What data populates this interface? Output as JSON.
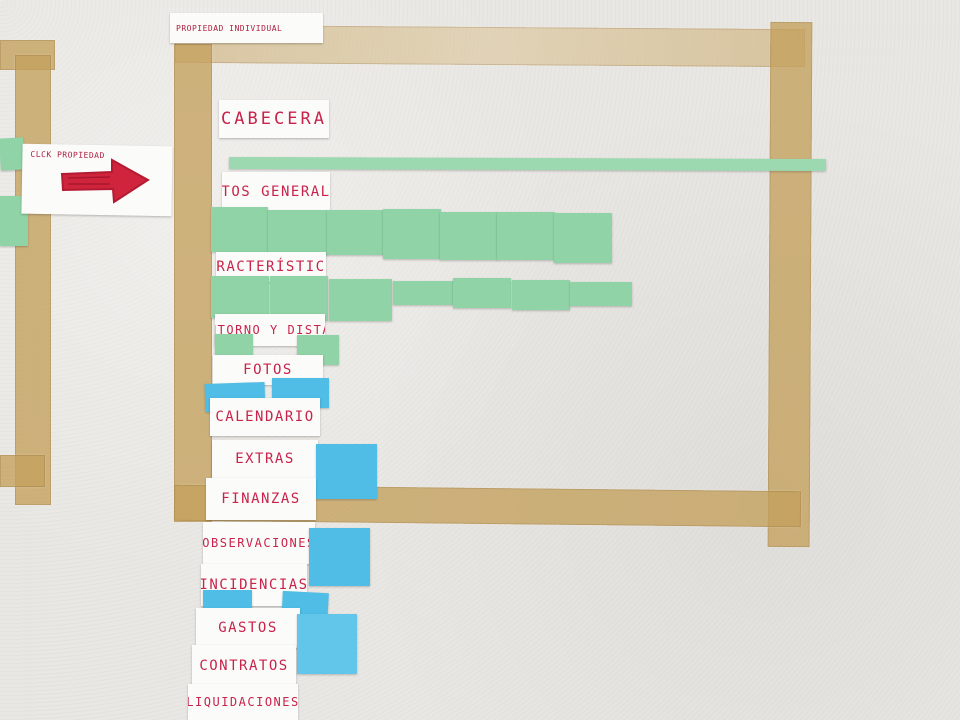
{
  "board_title": "PROPIEDAD INDIVIDUAL",
  "side_label": "CLCK PROPIEDAD",
  "sections": {
    "cabecera": "CABECERA",
    "datos_generales": "DATOS GENERALES",
    "caracteristicas": "CARACTERÍSTICAS",
    "entorno": "ENTORNO Y DISTAN",
    "fotos": "FOTOS",
    "calendario": "CALENDARIO",
    "extras": "EXTRAS",
    "finanzas": "FINANZAS",
    "observaciones": "OBSERVACIONES",
    "incidencias": "INCIDENCIAS",
    "gastos": "GASTOS",
    "contratos": "CONTRATOS",
    "liquidaciones": "LIQUIDACIONES"
  },
  "colors": {
    "marker_red": "#c8234a",
    "tape": "#c4a05c",
    "note_green": "#8fd3a6",
    "note_blue": "#4fbde6"
  }
}
